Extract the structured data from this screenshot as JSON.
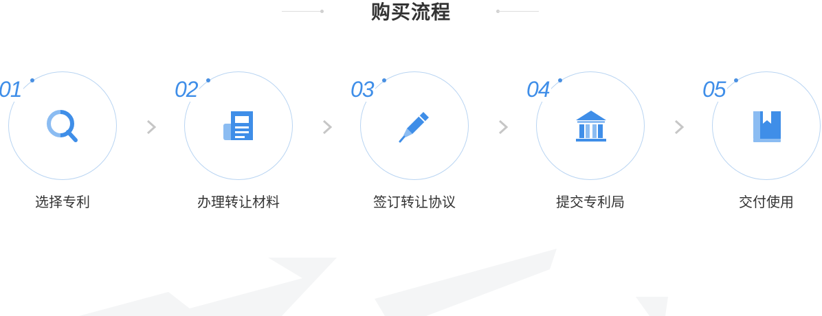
{
  "section": {
    "title": "购买流程"
  },
  "steps": [
    {
      "number": "01",
      "label": "选择专利",
      "icon": "search-icon"
    },
    {
      "number": "02",
      "label": "办理转让材料",
      "icon": "document-icon"
    },
    {
      "number": "03",
      "label": "签订转让协议",
      "icon": "pen-icon"
    },
    {
      "number": "04",
      "label": "提交专利局",
      "icon": "bank-building-icon"
    },
    {
      "number": "05",
      "label": "交付使用",
      "icon": "book-icon"
    }
  ],
  "colors": {
    "accent": "#3f8ee8",
    "accent_light": "#8bbcf2",
    "circle_border": "#b8d4f2",
    "text": "#333333",
    "arrow": "#c6c6c6"
  }
}
